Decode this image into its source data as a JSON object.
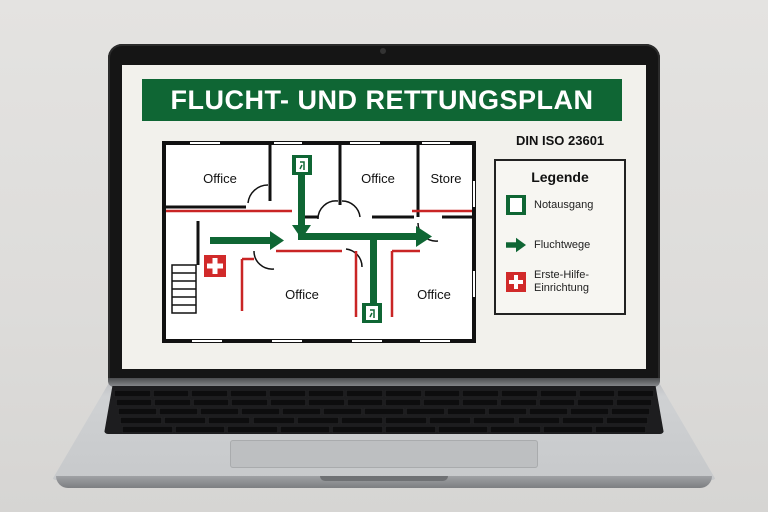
{
  "plan": {
    "title": "FLUCHT- UND RETTUNGSPLAN",
    "standard": "DIN ISO 23601",
    "rooms": [
      "Office",
      "Office",
      "Store",
      "Office",
      "Office"
    ]
  },
  "legend": {
    "title": "Legende",
    "items": [
      {
        "icon": "emergency-exit-icon",
        "label": "Notausgang"
      },
      {
        "icon": "escape-route-arrow-icon",
        "label": "Fluchtwege"
      },
      {
        "icon": "first-aid-icon",
        "label": "Erste-Hilfe-Einrichtung"
      }
    ]
  },
  "colors": {
    "brand_green": "#0f6634",
    "route_red": "#c92525",
    "first_aid_red": "#d12a2a"
  }
}
